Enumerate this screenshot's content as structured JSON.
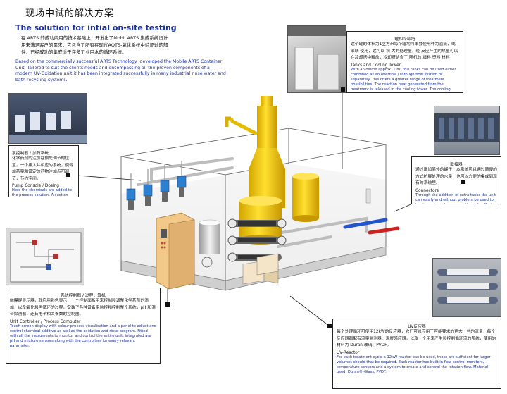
{
  "header": {
    "title_cn": "现场中试的解决方案",
    "solution_title_en": "The solution for intial on-site testing",
    "intro_cn": "在 ARTS 的成功商用的技术基础上，开发出了Mobil ARTS 集成系统设计用来满足客户的需求，它包含了所有在现代AOTS-氧化系统中验证过的部件，已经成功的集成适于许多工业用水的循环系统。",
    "intro_en": "Based on the commercially successful ARTS Technology  ,developed the Mobile ARTS Container Unit. Tailored to suit the clients needs and encompassing all the proven components of a modern UV-Oxidation unit it has been integrated successfully in many industrial rinse water and bath recycling systems."
  },
  "callouts": {
    "tanks": {
      "title_cn": "罐和冷却塔",
      "body_cn": "这个罐的体积为1立方米每个罐均可单独使用作为溢流，或 串联 使用，这可以 积 大的处理量，经 反应产生的热量可以在冷却塔中释放，冷却塔结合了 随机的 填料 塑料 材料",
      "title_en": "Tanks and Cooling Tower",
      "body_en": "With a volume approx. 1 m³ this tanks can be used either combined as an overflow / through flow system or separately, this offers a greater range of treatment possibilities. The reaction heat generated from the treatment is released in the cooling tower. The cooling tower is a combination of random packing and demisters. Material used: Polypropylene."
    },
    "pump": {
      "title_cn": "泵控制器 / 加药系统",
      "body_cn": "化学药剂的注加在预先调节的位置，一个接入并相应的系统，使得加药量和设定的药物注加点可调节，节约空间。",
      "title_en": "Pump Console / Dosing",
      "body_en": "Here the chemicals are added to the process solution. A suction and injection system allows the IBC's to be space saving and placed outside of the container."
    },
    "connectors": {
      "title_cn": "联接器",
      "body_cn": "通过增加另外的罐子，本系统可以通过简便的方式扩展处理的水量，也可以方便的集成到现有的系统里。",
      "title_en": "Connectors",
      "body_en": "Through the addition of extra tanks the unit can easily and without problem be used to treat greater volume capacity while offering simple integration into existing systems"
    },
    "controller": {
      "title_cn": "系统控制器 / 过程计算机",
      "body_cn": "触摸屏显示器，政府用彩色显示，一个控制面板用来控制和调整化学药剂的添加，以及氧化和再循环的过程，安装了各种设备来监控和控制整个系统，pH 和混合探测器，还有电子相关参数的控制器。",
      "title_en": "Unit Controller / Process Computer",
      "body_en": "Touch screen display with colour process visualisation and a panel to adjust and control chemical additive as well as the oxidation and rinse program. Fitted with all the instruments to monitor and control the entire unit, integrated are pH and mixture sensors along with the controllers for every relevant parameter."
    },
    "uv": {
      "title_cn": "UV反应器",
      "body_cn": "每个处理循环可使用12kW的反应器，它们可以应用于可能要求的更大一些的流量，每个反应器都配有流量监测器、温度感应器，以及一个用来产生和控制循环流的系统，使用的材料为 Duran 玻璃、PVDF。",
      "title_en": "UV-Reactor",
      "body_en": "For each treatment cycle a 12kW reactor can be used, these are sufficient for larger volumes should that be required. Each reactor has built in flow control monitors, temperature sensors and a system to create and control the rotation flow. Material used: Duran®-Glass, PVDF."
    }
  },
  "icon_names": [
    "pump-icon",
    "tank-icon",
    "uv-reactor-icon",
    "cooling-tower-icon",
    "control-cabinet-icon",
    "pipe-connector-icon"
  ],
  "colors": {
    "accent_blue": "#1a2f9a",
    "tower_yellow": "#f0c800",
    "pump_blue": "#2d7fd0"
  }
}
